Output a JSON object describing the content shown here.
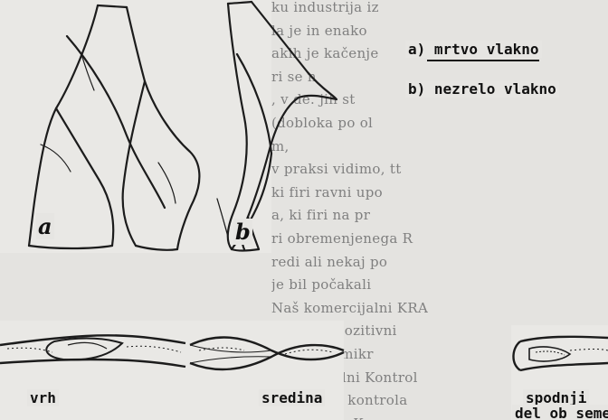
{
  "background_text_lines": [
    "ku industrija iz",
    "la je in enako ",
    "akih je kačenje",
    "ri se n",
    ", v de. jih st",
    "(dobloka po ol",
    "m,",
    "v praksi vidimo, tt",
    "ki firi ravni upo",
    "a, ki firi na pr",
    "ri obremenjenega R",
    "redi ali nekaj po",
    "je bil počakali",
    "Naš komercijalni KRA",
    "V Praksi pozitivni",
    "a poznali mikr",
    "komercijalni Kontrol",
    "so poznali kontrola",
    "do s enima Kra"
  ],
  "figure_labels": {
    "a": "a) mrtvo vlakno",
    "b": "b) nezrelo vlakno"
  },
  "fig_letters": {
    "a": "a",
    "b": "b"
  },
  "bottom_labels": {
    "vrh": "vrh",
    "sredina": "sredina",
    "spodnji_line1": "spodnji",
    "spodnji_line2": "del ob semenu"
  }
}
